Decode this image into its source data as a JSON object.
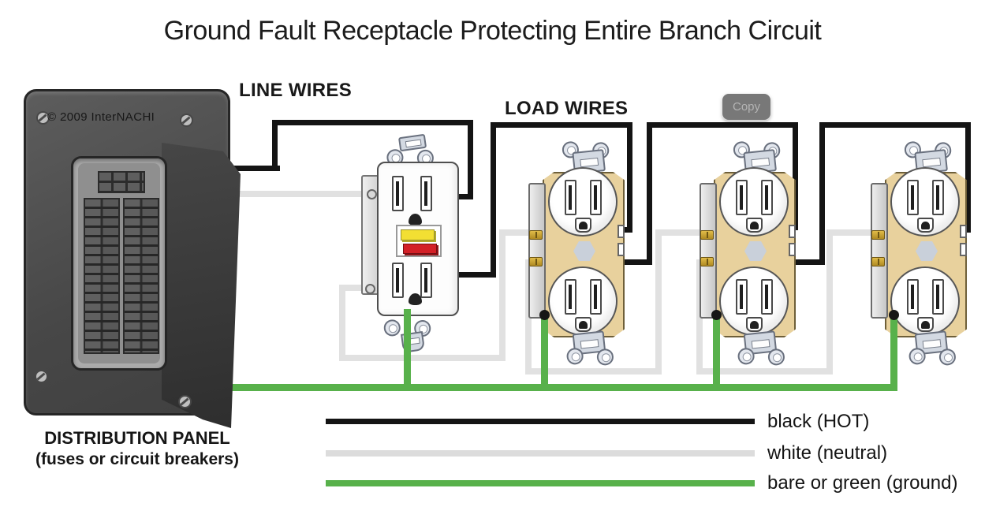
{
  "title": "Ground Fault Receptacle Protecting Entire Branch Circuit",
  "annotations": {
    "line_wires": "LINE WIRES",
    "load_wires": "LOAD WIRES",
    "panel_caption_line1": "DISTRIBUTION PANEL",
    "panel_caption_line2": "(fuses or circuit breakers)"
  },
  "panel": {
    "copyright": "© 2009  InterNACHI"
  },
  "overlay": {
    "copy_button_label": "Copy"
  },
  "wires": {
    "hot": "#141414",
    "neutral": "#e1e1e1",
    "ground": "#58b14b"
  },
  "legend": {
    "items": [
      {
        "label": "black (HOT)",
        "color": "#141414"
      },
      {
        "label": "white (neutral)",
        "color": "#dcdcdc"
      },
      {
        "label": "bare or green (ground)",
        "color": "#58b14b"
      }
    ]
  },
  "devices": {
    "receptacle_count": 3,
    "gfci_count": 1
  }
}
